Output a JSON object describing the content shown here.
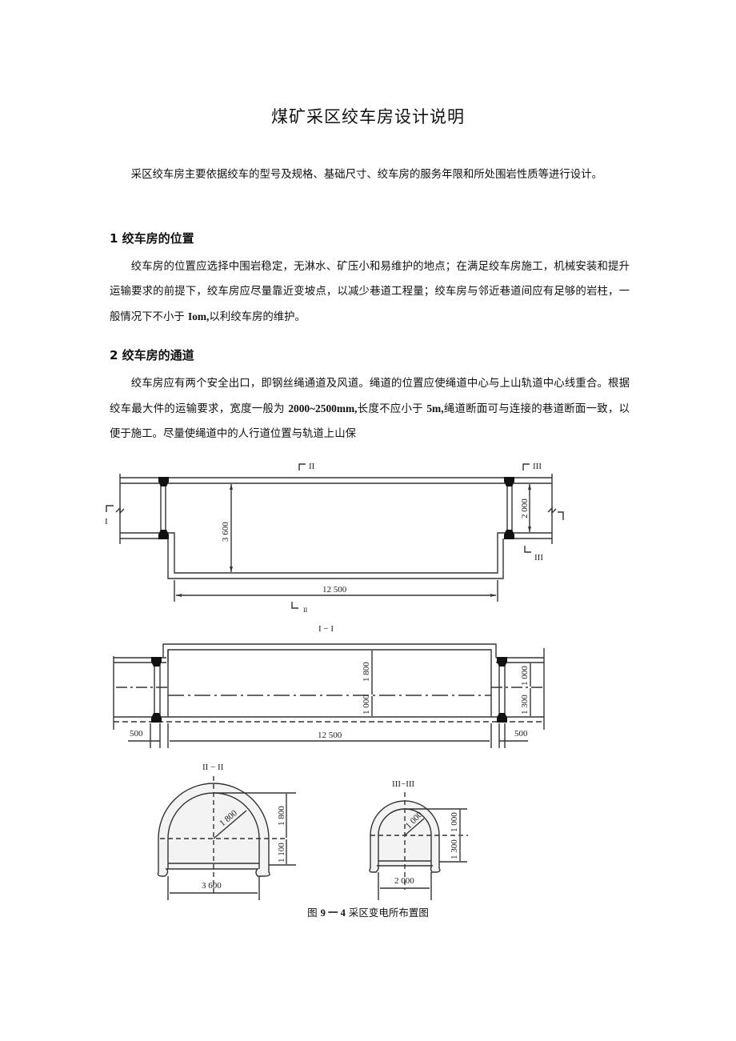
{
  "document": {
    "title": "煤矿采区绞车房设计说明",
    "intro": "采区绞车房主要依据绞车的型号及规格、基础尺寸、绞车房的服务年限和所处围岩性质等进行设计。",
    "sections": [
      {
        "heading": "1 绞车房的位置",
        "body_parts": [
          "绞车房的位置应选择中围岩稳定，无淋水、矿压小和易维护的地点；在满足绞车房施工，机械安装和提升运输要求的前提下，绞车房应尽量靠近变坡点，以减少巷道工程量；绞车房与邻近巷道间应有足够的岩柱，一般情况下不小于 ",
          "Iom,",
          "以利绞车房的维护。"
        ]
      },
      {
        "heading": "2 绞车房的通道",
        "body_parts": [
          "绞车房应有两个安全出口，即钢丝绳通道及风道。绳道的位置应使绳道中心与上山轨道中心线重合。根据绞车最大件的运输要求，宽度一般为 ",
          "2000~2500mm,",
          "长度不应小于 ",
          "5m,",
          "绳道断面可与连接的巷道断面一致，以便于施工。尽量使绳道中的人行道位置与轨道上山保"
        ]
      }
    ]
  },
  "figure": {
    "plan_view": {
      "section_marks": [
        "I",
        "II",
        "II",
        "III",
        "III"
      ],
      "dims": {
        "width": "3 600",
        "length": "12 500",
        "passage": "2 000"
      }
    },
    "section_1_1": {
      "label": "I − I",
      "dims": {
        "upper": "1 800",
        "lower": "1 000",
        "right_upper": "1 000",
        "right_lower": "1 300",
        "left_wall": "500",
        "length": "12 500",
        "right_wall": "500"
      }
    },
    "section_2_2": {
      "label": "II − II",
      "dims": {
        "radius": "1 800",
        "arch_height": "1 800",
        "wall_height": "1 100",
        "width": "3 600"
      }
    },
    "section_3_3": {
      "label": "III−III",
      "dims": {
        "radius": "1 000",
        "arch_height": "1 000",
        "wall_height": "1 300",
        "width": "2 000"
      }
    },
    "caption": {
      "prefix": "图 ",
      "num": "9 一 4",
      "text": " 采区变电所布置图"
    }
  }
}
